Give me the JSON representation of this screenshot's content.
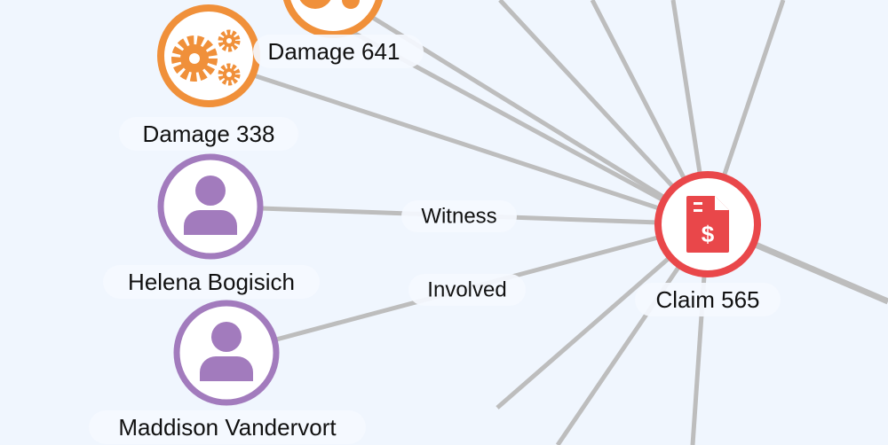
{
  "colors": {
    "background": "#f0f6fe",
    "edge": "#bdbdbd",
    "damage": "#f0903a",
    "person": "#a27bbd",
    "claim": "#e9474a"
  },
  "nodes": {
    "damage_top": {
      "label": "Damage 641",
      "icon": "gears-icon"
    },
    "damage_338": {
      "label": "Damage 338",
      "icon": "gears-icon"
    },
    "helena": {
      "label": "Helena Bogisich",
      "icon": "person-icon"
    },
    "maddison": {
      "label": "Maddison Vandervort",
      "icon": "person-icon"
    },
    "claim": {
      "label": "Claim 565",
      "icon": "invoice-dollar-icon"
    }
  },
  "edges": {
    "witness": "Witness",
    "involved": "Involved"
  }
}
